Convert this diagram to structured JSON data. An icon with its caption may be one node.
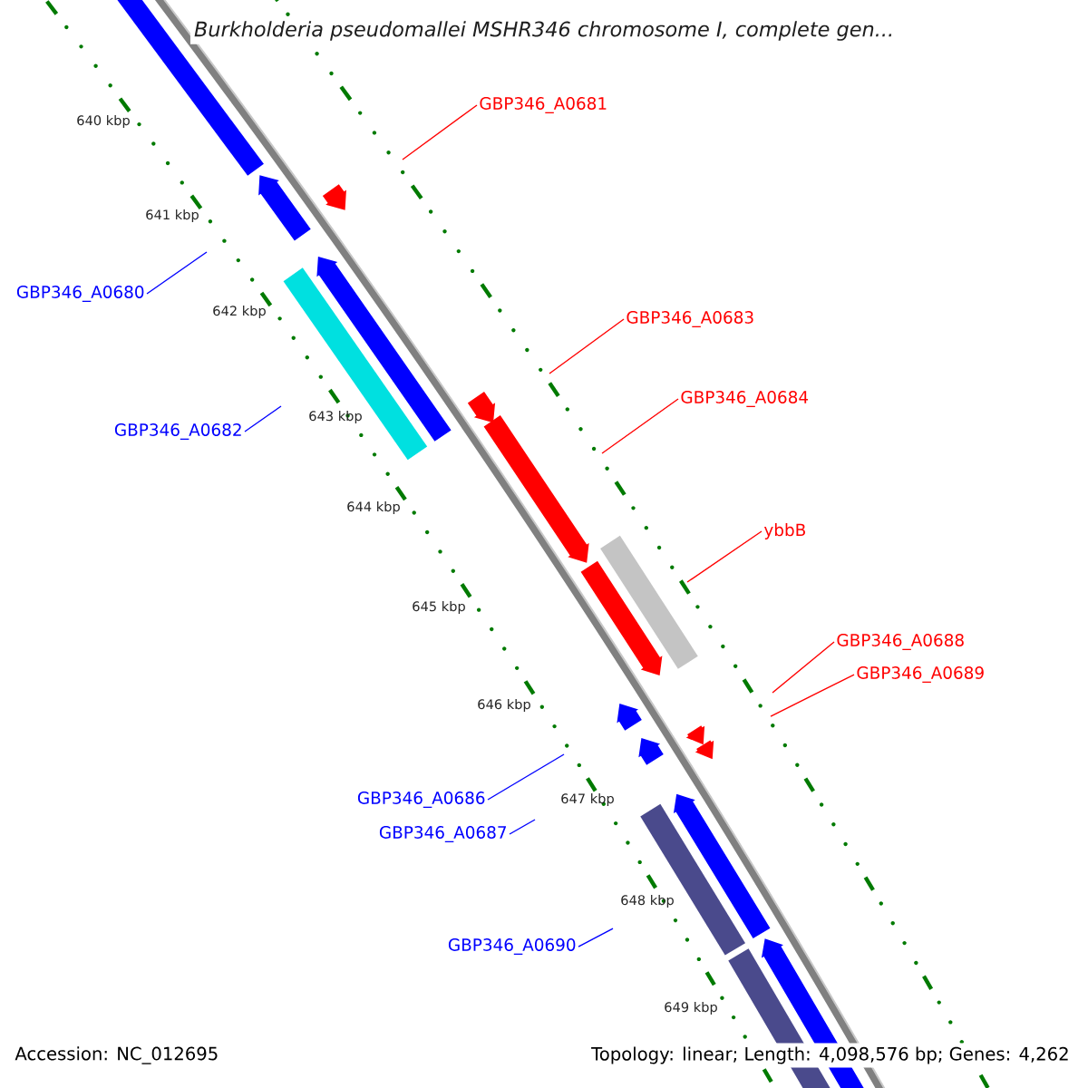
{
  "diagram": {
    "title": "Burkholderia pseudomallei MSHR346 chromosome I, complete gen...",
    "nodes": [
      {
        "text": [
          "GBP346_A0681"
        ]
      },
      {
        "text": [
          "GBP346_A0680"
        ]
      },
      {
        "text": [
          "GBP346_A0683"
        ]
      },
      {
        "text": [
          "GBP346_A0684"
        ]
      },
      {
        "text": [
          "GBP346_A0682"
        ]
      },
      {
        "text": [
          "ybbB"
        ]
      },
      {
        "text": [
          "GBP346_A0688"
        ]
      },
      {
        "text": [
          "GBP346_A0689"
        ]
      },
      {
        "text": [
          "GBP346_A0686"
        ]
      },
      {
        "text": [
          "GBP346_A0687"
        ]
      },
      {
        "text": [
          "GBP346_A0690"
        ]
      }
    ],
    "edges": [
      {
        "from": 0,
        "to": null,
        "arrow": "none"
      },
      {
        "from": 1,
        "to": null,
        "arrow": "none",
        "color": "#0000ff"
      },
      {
        "from": 2,
        "to": null,
        "arrow": "none"
      },
      {
        "from": 3,
        "to": null,
        "arrow": "none"
      },
      {
        "from": 4,
        "to": null,
        "arrow": "none",
        "color": "#0000ff"
      },
      {
        "from": 5,
        "to": null,
        "arrow": "none"
      },
      {
        "from": 6,
        "to": null,
        "arrow": "none"
      },
      {
        "from": 7,
        "to": null,
        "arrow": "none"
      },
      {
        "from": 8,
        "to": null,
        "arrow": "none",
        "color": "#0000ff"
      },
      {
        "from": 9,
        "to": null,
        "arrow": "none",
        "color": "#0000ff"
      },
      {
        "from": 10,
        "to": null,
        "arrow": "none",
        "color": "#0000ff"
      }
    ],
    "labels": [
      "640 kbp",
      "641 kbp",
      "642 kbp",
      "643 kbp",
      "644 kbp",
      "645 kbp",
      "646 kbp",
      "647 kbp",
      "648 kbp",
      "649 kbp",
      "Accession: NC_012695",
      "Topology: linear; Length: 4,098,576 bp; Genes: 4,262"
    ]
  }
}
